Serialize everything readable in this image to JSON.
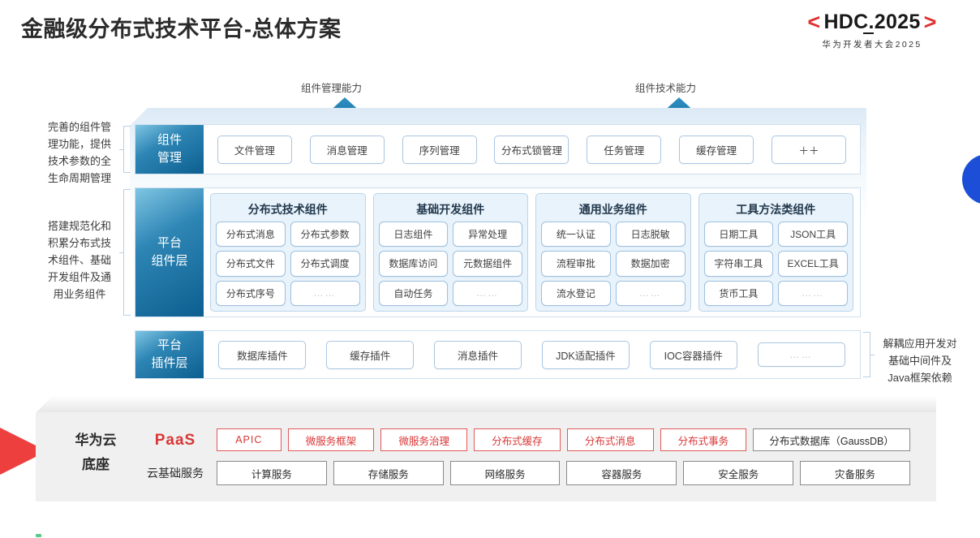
{
  "header": {
    "title": "金融级分布式技术平台-总体方案",
    "logo_bracket_left": "<",
    "logo_bracket_right": ">",
    "logo_main": "HDC.2025",
    "logo_sub": "华为开发者大会2025"
  },
  "capabilities": [
    {
      "label": "组件管理能力"
    },
    {
      "label": "组件技术能力"
    }
  ],
  "notes": {
    "component_mgmt": "完善的组件管\n理功能，提供\n技术参数的全\n生命周期管理",
    "platform_components": "搭建规范化和\n积累分布式技\n术组件、基础\n开发组件及通\n用业务组件",
    "plugin": "解耦应用开发对\n基础中间件及\nJava框架依赖"
  },
  "layers": {
    "component_mgmt": {
      "label": "组件\n管理",
      "items": [
        "文件管理",
        "消息管理",
        "序列管理",
        "分布式锁管理",
        "任务管理",
        "缓存管理",
        "＋＋"
      ]
    },
    "platform_components": {
      "label": "平台\n组件层",
      "groups": [
        {
          "title": "分布式技术组件",
          "items": [
            "分布式消息",
            "分布式参数",
            "分布式文件",
            "分布式调度",
            "分布式序号",
            "……"
          ]
        },
        {
          "title": "基础开发组件",
          "items": [
            "日志组件",
            "异常处理",
            "数据库访问",
            "元数据组件",
            "自动任务",
            "……"
          ]
        },
        {
          "title": "通用业务组件",
          "items": [
            "统一认证",
            "日志脱敏",
            "流程审批",
            "数据加密",
            "流水登记",
            "……"
          ]
        },
        {
          "title": "工具方法类组件",
          "items": [
            "日期工具",
            "JSON工具",
            "字符串工具",
            "EXCEL工具",
            "货币工具",
            "……"
          ]
        }
      ]
    },
    "plugin": {
      "label": "平台\n插件层",
      "items": [
        "数据库插件",
        "缓存插件",
        "消息插件",
        "JDK适配插件",
        "IOC容器插件",
        "……"
      ]
    }
  },
  "base": {
    "title": "华为云\n底座",
    "paas_label": "PaaS",
    "infra_label": "云基础服务",
    "paas_items": [
      {
        "label": "APIC",
        "style": "red"
      },
      {
        "label": "微服务框架",
        "style": "red"
      },
      {
        "label": "微服务治理",
        "style": "red"
      },
      {
        "label": "分布式缓存",
        "style": "red"
      },
      {
        "label": "分布式消息",
        "style": "red"
      },
      {
        "label": "分布式事务",
        "style": "red"
      },
      {
        "label": "分布式数据库（GaussDB）",
        "style": "gray"
      }
    ],
    "infra_items": [
      "计算服务",
      "存储服务",
      "网络服务",
      "容器服务",
      "安全服务",
      "灾备服务"
    ]
  },
  "colors": {
    "accent_red": "#d93636",
    "accent_blue": "#0c5f90",
    "arrow_blue": "#1a6fa8",
    "deco_blue": "#1d4ed8",
    "deco_red": "#ee3f3f"
  }
}
